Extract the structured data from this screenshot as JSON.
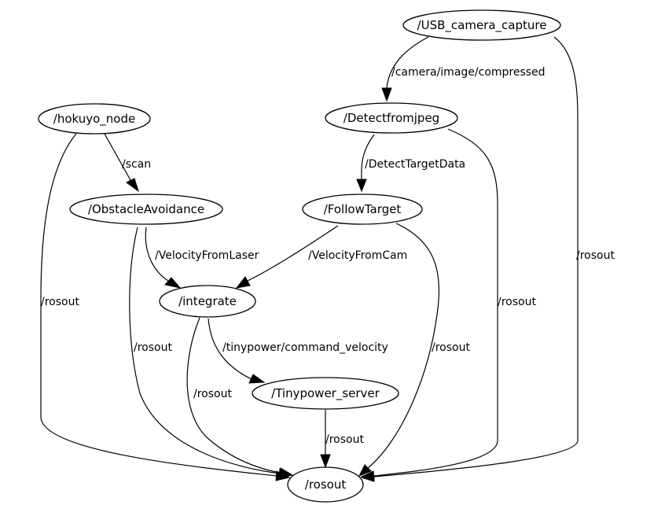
{
  "nodes": {
    "usb_camera_capture": "/USB_camera_capture",
    "hokuyo_node": "/hokuyo_node",
    "detectfromjpeg": "/Detectfromjpeg",
    "obstacle_avoidance": "/ObstacleAvoidance",
    "follow_target": "/FollowTarget",
    "integrate": "/integrate",
    "tinypower_server": "/Tinypower_server",
    "rosout": "/rosout"
  },
  "edges": {
    "camera_to_detect": "/camera/image/compressed",
    "camera_to_rosout": "/rosout",
    "hokuyo_to_obstacle": "/scan",
    "hokuyo_to_rosout": "/rosout",
    "detect_to_follow": "/DetectTargetData",
    "detect_to_rosout": "/rosout",
    "obstacle_to_integrate": "/VelocityFromLaser",
    "obstacle_to_rosout": "/rosout",
    "follow_to_integrate": "/VelocityFromCam",
    "follow_to_rosout": "/rosout",
    "integrate_to_tinypower": "/tinypower/command_velocity",
    "integrate_to_rosout": "/rosout",
    "tinypower_to_rosout": "/rosout"
  }
}
